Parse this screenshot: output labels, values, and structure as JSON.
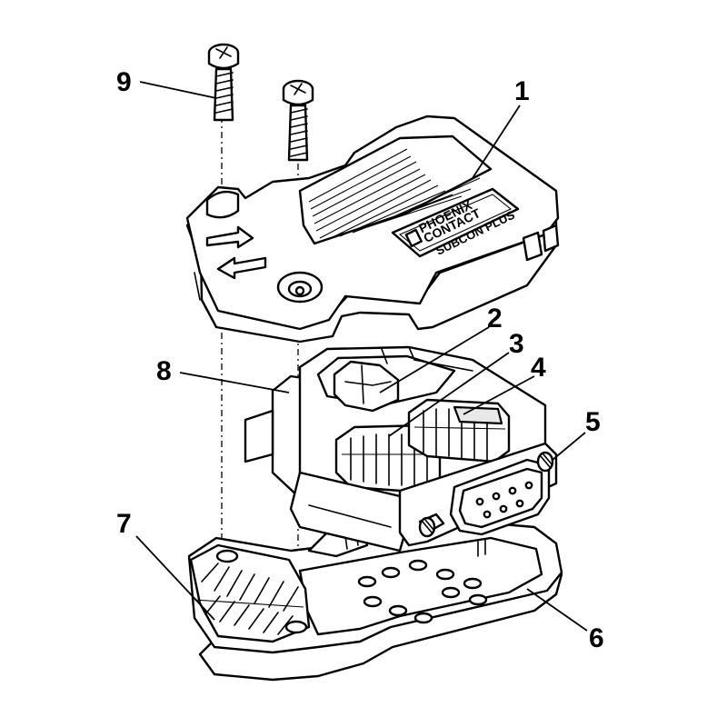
{
  "logo": {
    "brand_line1": "PHOENIX",
    "brand_line2": "CONTACT",
    "product": "SUBCON PLUS"
  },
  "callouts": [
    "1",
    "2",
    "3",
    "4",
    "5",
    "6",
    "7",
    "8",
    "9"
  ]
}
